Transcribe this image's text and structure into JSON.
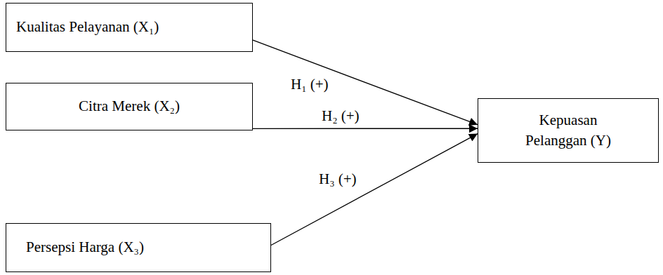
{
  "diagram": {
    "nodes": [
      {
        "text": [
          "Kualitas Pelayanan (X₁)"
        ]
      },
      {
        "text": [
          "Citra Merek (X₂)"
        ]
      },
      {
        "text": [
          "Persepsi Harga (X₃)"
        ]
      },
      {
        "text": [
          "Kepuasan Pelanggan (Y)"
        ]
      }
    ],
    "edges": [
      {
        "from": 0,
        "to": 3,
        "label": "H₁ (+)",
        "arrow": "to"
      },
      {
        "from": 1,
        "to": 3,
        "label": "H₂ (+)",
        "arrow": "to"
      },
      {
        "from": 2,
        "to": 3,
        "label": "H₃ (+)",
        "arrow": "to"
      }
    ]
  }
}
